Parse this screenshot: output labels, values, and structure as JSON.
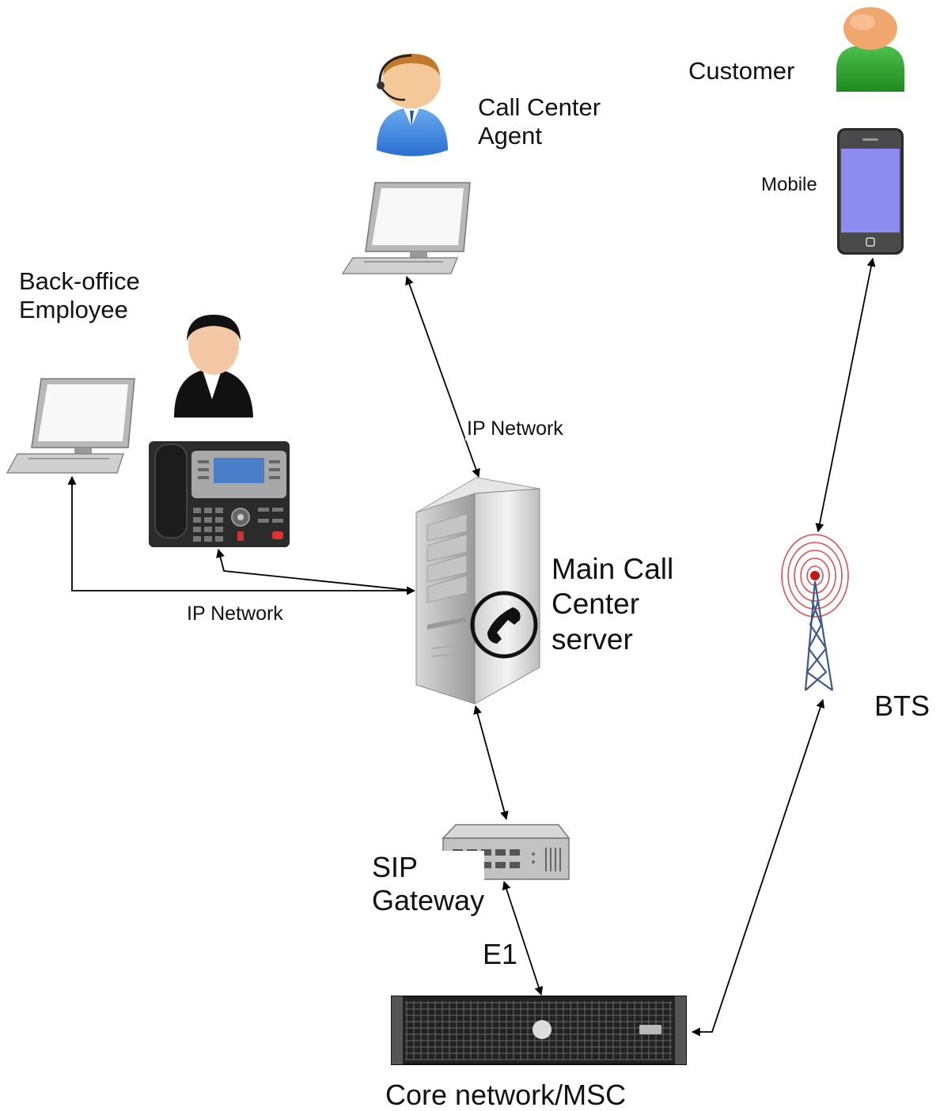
{
  "labels": {
    "customer": "Customer",
    "agent_line1": "Call Center",
    "agent_line2": "Agent",
    "mobile": "Mobile",
    "backoffice_line1": "Back-office",
    "backoffice_line2": "Employee",
    "ip_network_top": "IP Network",
    "ip_network_left": "IP Network",
    "server_line1": "Main Call",
    "server_line2": "Center",
    "server_line3": "server",
    "bts": "BTS",
    "sip_line1": "SIP",
    "sip_line2": "Gateway",
    "e1": "E1",
    "core": "Core network/MSC"
  },
  "icons": {
    "customer": "customer-person-icon",
    "agent": "headset-agent-icon",
    "employee": "employee-person-icon",
    "mobile": "mobile-phone-icon",
    "laptop": "laptop-icon",
    "ip_phone": "ip-phone-icon",
    "server": "server-tower-icon",
    "tower": "bts-tower-icon",
    "gateway": "sip-gateway-icon",
    "rack": "core-rack-icon"
  },
  "colors": {
    "customer_body": "#2e9e2e",
    "agent_body": "#3a7fd9",
    "phone_screen": "#8c8cf0",
    "tower_signal": "#e05050",
    "tower_frame": "#3b5b86"
  }
}
